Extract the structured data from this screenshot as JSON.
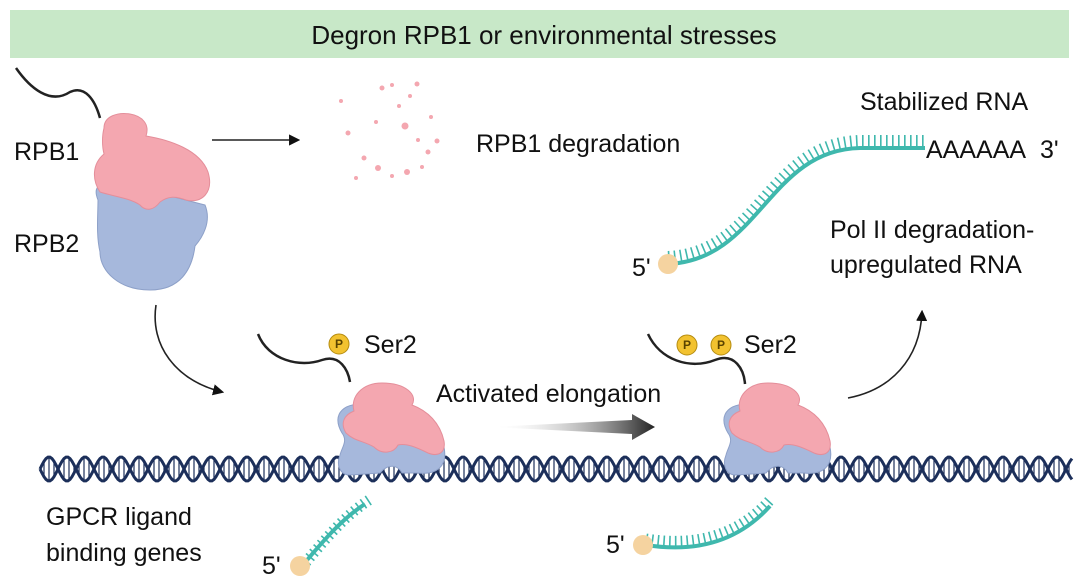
{
  "banner": {
    "text": "Degron RPB1 or environmental stresses"
  },
  "labels": {
    "rpb1": "RPB1",
    "rpb2": "RPB2",
    "degradation": "RPB1 degradation",
    "stabilized": "Stabilized RNA",
    "polya": "AAAAAA",
    "three_prime": "3'",
    "five_prime_top": "5'",
    "upregulated_line1": "Pol II degradation-",
    "upregulated_line2": "upregulated RNA",
    "ser2_left": "Ser2",
    "ser2_right": "Ser2",
    "phospho_mark": "P",
    "elongation": "Activated elongation",
    "gpcr_line1": "GPCR ligand",
    "gpcr_line2": "binding genes",
    "five_prime_left": "5'",
    "five_prime_right": "5'"
  },
  "colors": {
    "banner_bg": "#c8e8c8",
    "rpb1": "#f4a7b0",
    "rpb2": "#a6b8dc",
    "rna": "#3fb8ad",
    "cap": "#f5d3a0",
    "phospho": "#f2c230",
    "dna": "#1c2f5a",
    "fragments": "#f4a7b0"
  }
}
